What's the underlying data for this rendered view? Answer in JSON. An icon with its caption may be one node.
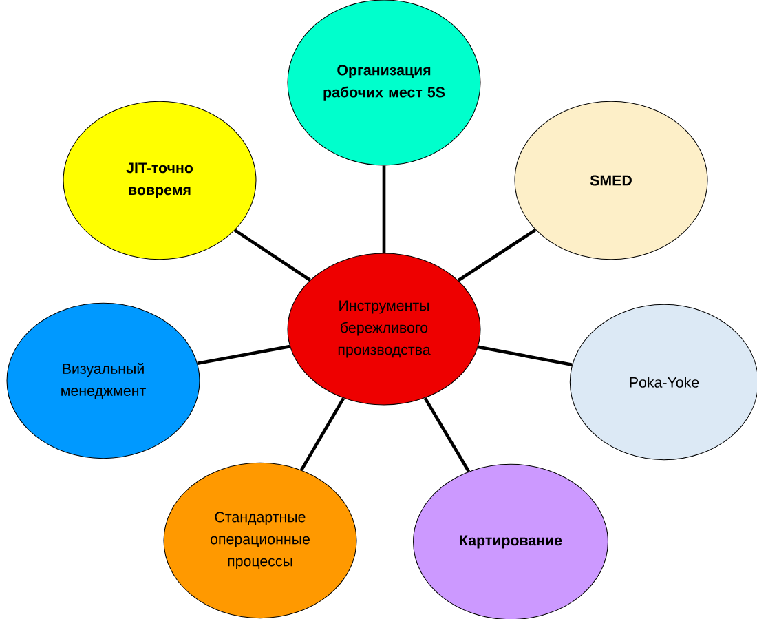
{
  "diagram": {
    "nodes": [
      {
        "text": [
          "Инструменты бережливого производства"
        ]
      },
      {
        "text": [
          "Организация рабочих мест 5S"
        ]
      },
      {
        "text": [
          "SMED"
        ]
      },
      {
        "text": [
          "Poka-Yoke"
        ]
      },
      {
        "text": [
          "Картирование"
        ]
      },
      {
        "text": [
          "Стандартные операционные процессы"
        ]
      },
      {
        "text": [
          "Визуальный менеджмент"
        ]
      },
      {
        "text": [
          "JIT-точно вовремя"
        ]
      }
    ],
    "edges": [
      {
        "from": 0,
        "to": 1,
        "arrow": "none"
      },
      {
        "from": 0,
        "to": 2,
        "arrow": "none"
      },
      {
        "from": 0,
        "to": 3,
        "arrow": "none"
      },
      {
        "from": 0,
        "to": 4,
        "arrow": "none"
      },
      {
        "from": 0,
        "to": 5,
        "arrow": "none"
      },
      {
        "from": 0,
        "to": 6,
        "arrow": "none"
      },
      {
        "from": 0,
        "to": 7,
        "arrow": "none"
      }
    ]
  }
}
